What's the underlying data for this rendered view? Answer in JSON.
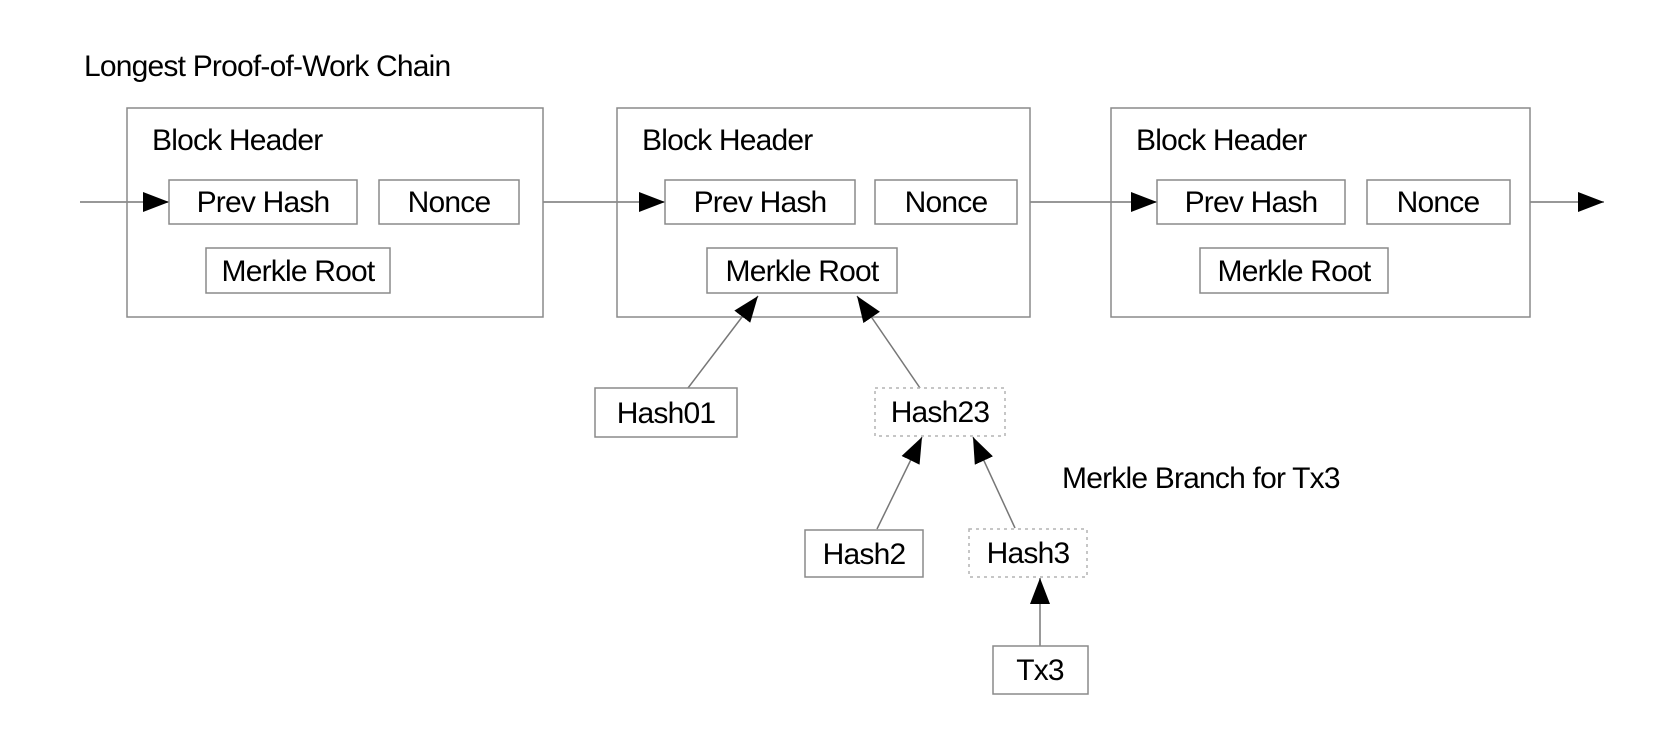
{
  "title": "Longest Proof-of-Work Chain",
  "blocks": [
    {
      "header": "Block Header",
      "prev": "Prev Hash",
      "nonce": "Nonce",
      "merkle": "Merkle Root"
    },
    {
      "header": "Block Header",
      "prev": "Prev Hash",
      "nonce": "Nonce",
      "merkle": "Merkle Root"
    },
    {
      "header": "Block Header",
      "prev": "Prev Hash",
      "nonce": "Nonce",
      "merkle": "Merkle Root"
    }
  ],
  "merkle": {
    "branch_label": "Merkle Branch for Tx3",
    "hash01": "Hash01",
    "hash23": "Hash23",
    "hash2": "Hash2",
    "hash3": "Hash3",
    "tx3": "Tx3"
  },
  "colors": {
    "box_border": "#8a8a8a",
    "dashed_border": "#b4b4b4",
    "line": "#777777",
    "arrowhead": "#000000",
    "text": "#000000",
    "background": "#ffffff"
  }
}
